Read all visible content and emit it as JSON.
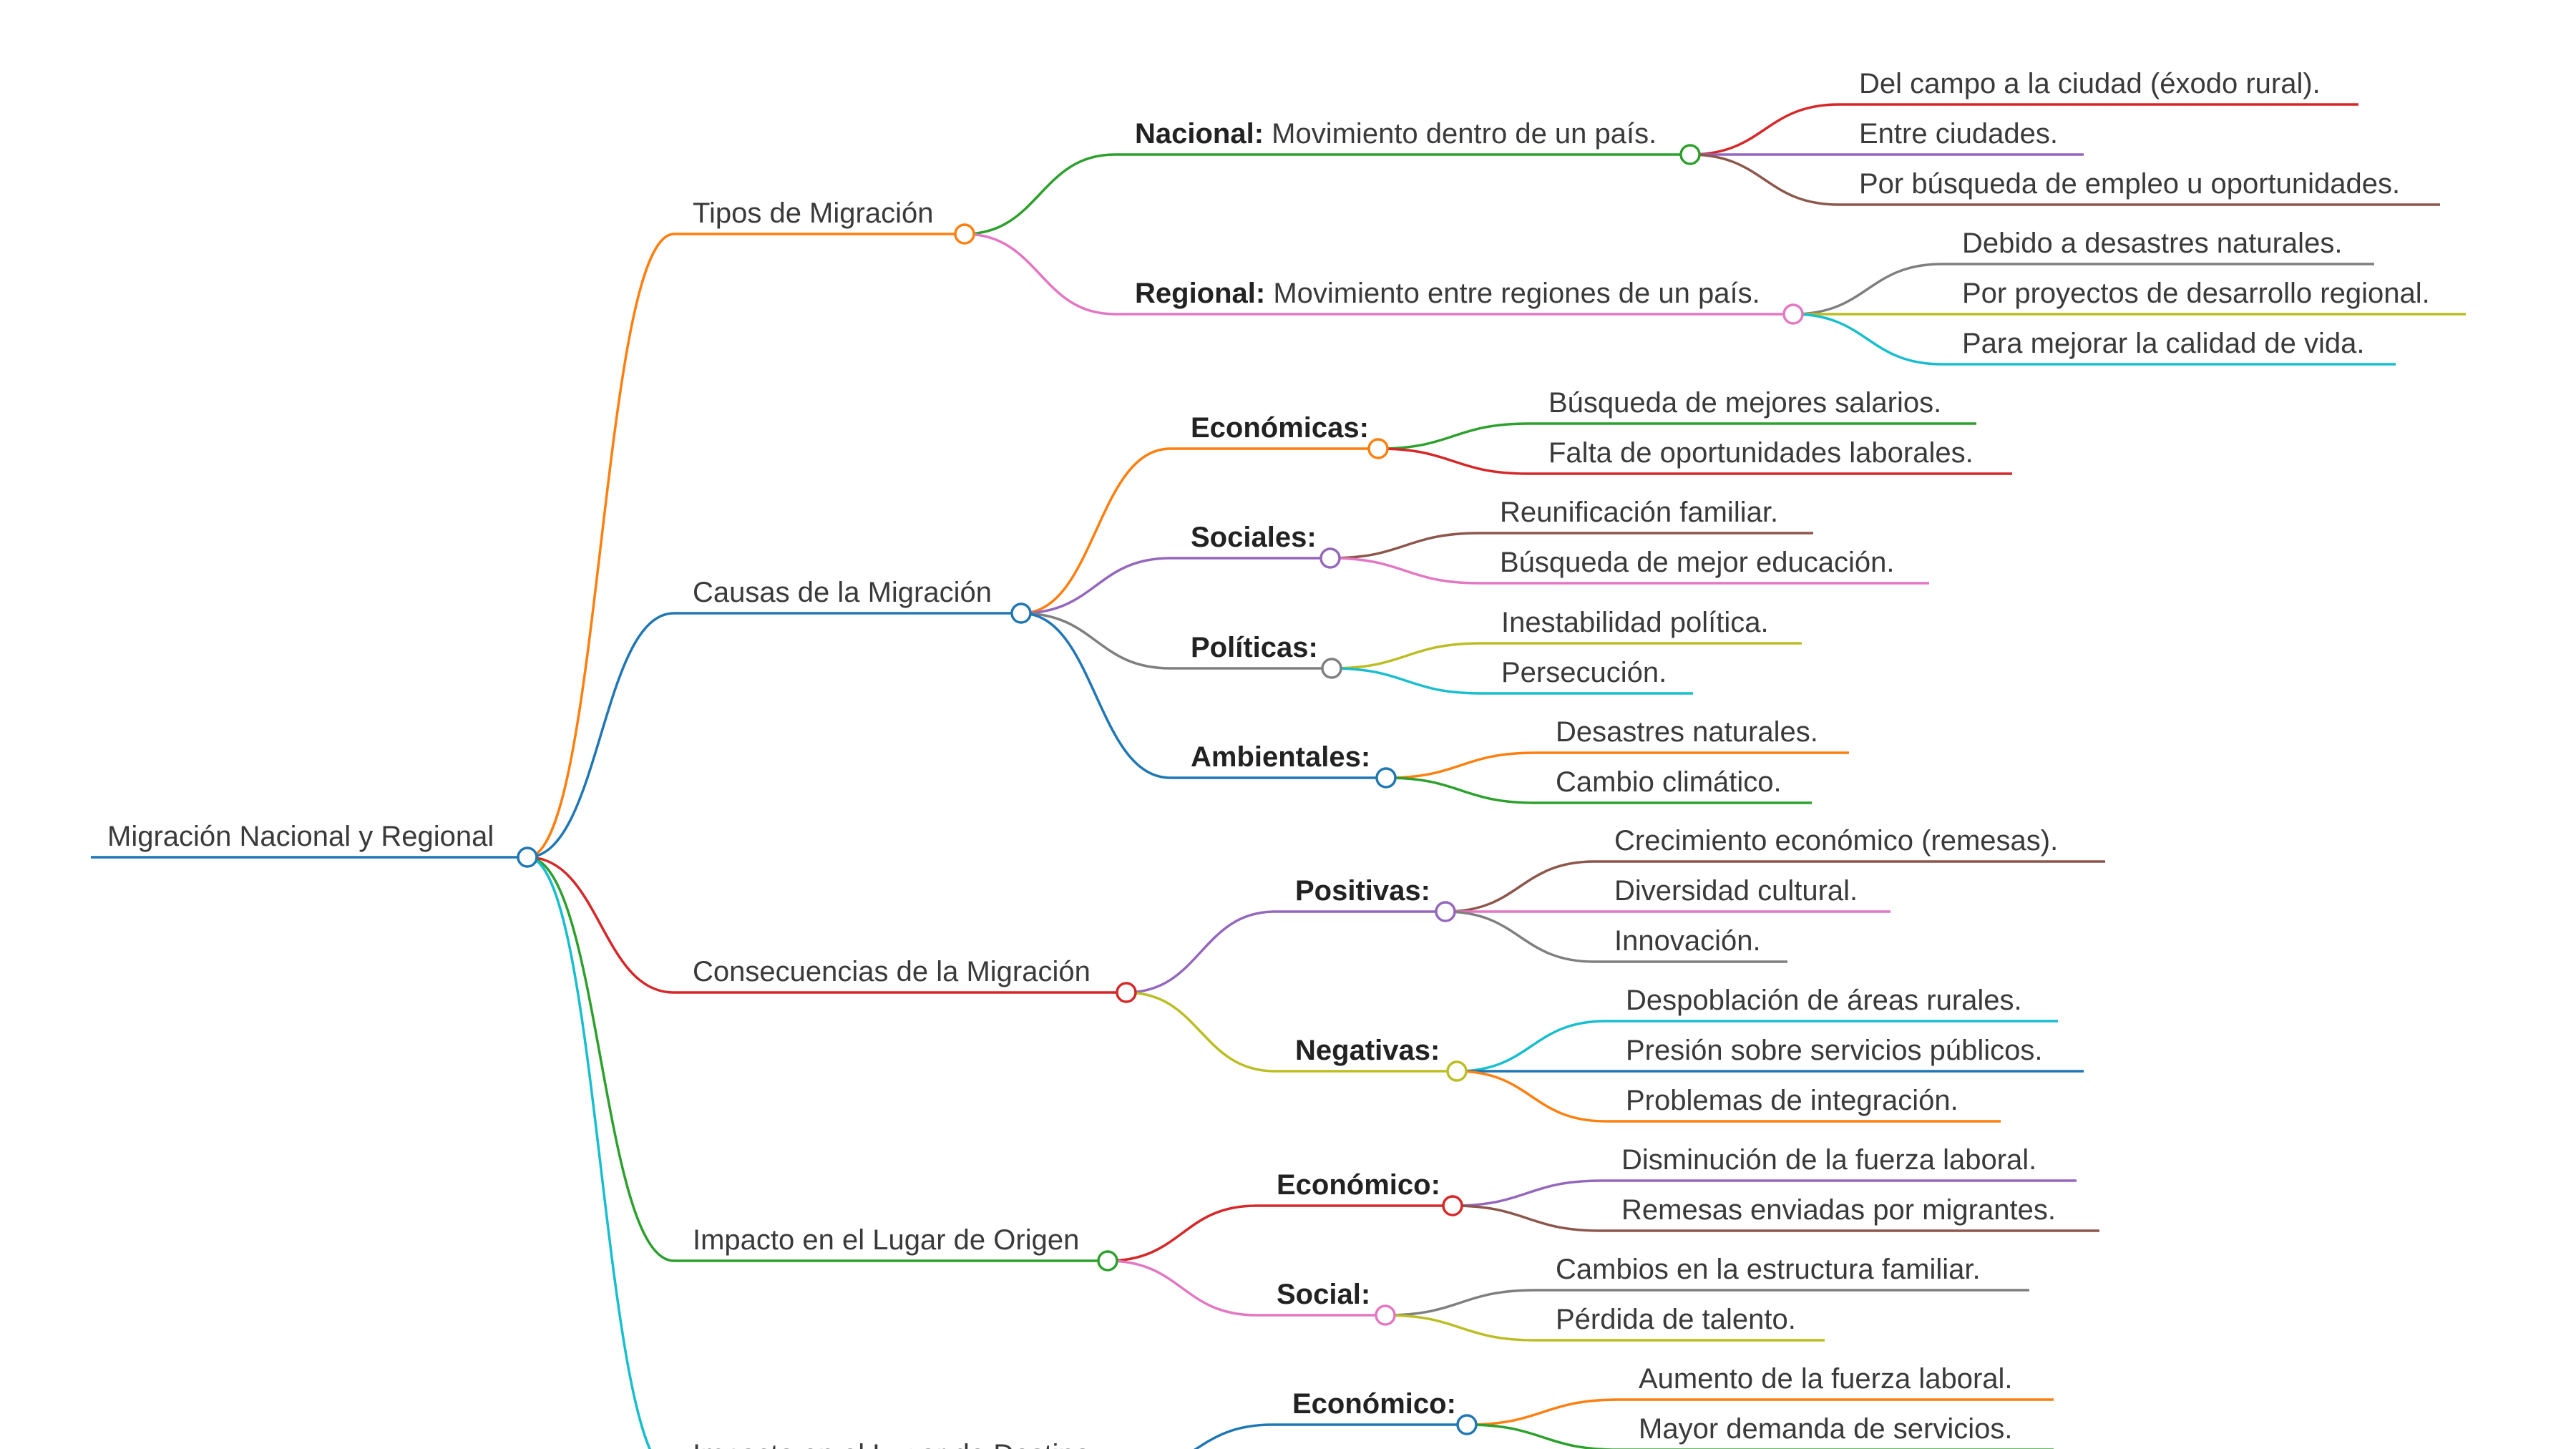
{
  "colors": {
    "orange": "#ff7f0e",
    "blue": "#1f77b4",
    "red": "#d62728",
    "green": "#2ca02c",
    "cyan": "#17becf",
    "pink": "#e377c2",
    "purple": "#9467bd",
    "brown": "#8c564b",
    "gray": "#7f7f7f",
    "olive": "#bcbd22"
  },
  "root": {
    "label": "Migración Nacional y Regional",
    "color": "blue"
  },
  "branches": [
    {
      "label": "Tipos de Migración",
      "color": "orange",
      "children": [
        {
          "bold": "Nacional:",
          "rest": " Movimiento dentro de un país.",
          "color": "green",
          "leaves": [
            {
              "label": "Del campo a la ciudad (éxodo rural).",
              "color": "red"
            },
            {
              "label": "Entre ciudades.",
              "color": "purple"
            },
            {
              "label": "Por búsqueda de empleo u oportunidades.",
              "color": "brown"
            }
          ]
        },
        {
          "bold": "Regional:",
          "rest": " Movimiento entre regiones de un país.",
          "color": "pink",
          "leaves": [
            {
              "label": "Debido a desastres naturales.",
              "color": "gray"
            },
            {
              "label": "Por proyectos de desarrollo regional.",
              "color": "olive"
            },
            {
              "label": "Para mejorar la calidad de vida.",
              "color": "cyan"
            }
          ]
        }
      ]
    },
    {
      "label": "Causas de la Migración",
      "color": "blue",
      "children": [
        {
          "bold": "Económicas:",
          "rest": "",
          "color": "orange",
          "leaves": [
            {
              "label": "Búsqueda de mejores salarios.",
              "color": "green"
            },
            {
              "label": "Falta de oportunidades laborales.",
              "color": "red"
            }
          ]
        },
        {
          "bold": "Sociales:",
          "rest": "",
          "color": "purple",
          "leaves": [
            {
              "label": "Reunificación familiar.",
              "color": "brown"
            },
            {
              "label": "Búsqueda de mejor educación.",
              "color": "pink"
            }
          ]
        },
        {
          "bold": "Políticas:",
          "rest": "",
          "color": "gray",
          "leaves": [
            {
              "label": "Inestabilidad política.",
              "color": "olive"
            },
            {
              "label": "Persecución.",
              "color": "cyan"
            }
          ]
        },
        {
          "bold": "Ambientales:",
          "rest": "",
          "color": "blue",
          "leaves": [
            {
              "label": "Desastres naturales.",
              "color": "orange"
            },
            {
              "label": "Cambio climático.",
              "color": "green"
            }
          ]
        }
      ]
    },
    {
      "label": "Consecuencias de la Migración",
      "color": "red",
      "children": [
        {
          "bold": "Positivas:",
          "rest": "",
          "color": "purple",
          "leaves": [
            {
              "label": "Crecimiento económico (remesas).",
              "color": "brown"
            },
            {
              "label": "Diversidad cultural.",
              "color": "pink"
            },
            {
              "label": "Innovación.",
              "color": "gray"
            }
          ]
        },
        {
          "bold": "Negativas:",
          "rest": "",
          "color": "olive",
          "leaves": [
            {
              "label": "Despoblación de áreas rurales.",
              "color": "cyan"
            },
            {
              "label": "Presión sobre servicios públicos.",
              "color": "blue"
            },
            {
              "label": "Problemas de integración.",
              "color": "orange"
            }
          ]
        }
      ]
    },
    {
      "label": "Impacto en el Lugar de Origen",
      "color": "green",
      "children": [
        {
          "bold": "Económico:",
          "rest": "",
          "color": "red",
          "leaves": [
            {
              "label": "Disminución de la fuerza laboral.",
              "color": "purple"
            },
            {
              "label": "Remesas enviadas por migrantes.",
              "color": "brown"
            }
          ]
        },
        {
          "bold": "Social:",
          "rest": "",
          "color": "pink",
          "leaves": [
            {
              "label": "Cambios en la estructura familiar.",
              "color": "gray"
            },
            {
              "label": "Pérdida de talento.",
              "color": "olive"
            }
          ]
        }
      ]
    },
    {
      "label": "Impacto en el Lugar de Destino",
      "color": "cyan",
      "children": [
        {
          "bold": "Económico:",
          "rest": "",
          "color": "blue",
          "leaves": [
            {
              "label": "Aumento de la fuerza laboral.",
              "color": "orange"
            },
            {
              "label": "Mayor demanda de servicios.",
              "color": "green"
            }
          ]
        }
      ]
    }
  ]
}
